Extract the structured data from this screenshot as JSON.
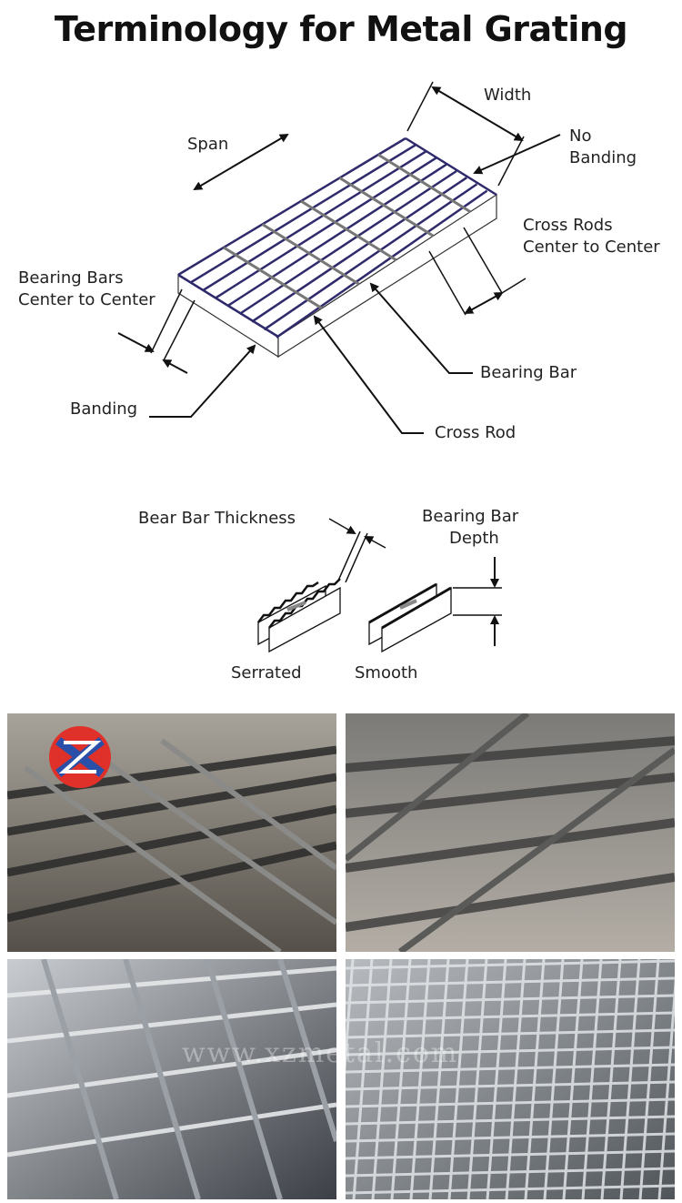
{
  "title": "Terminology for Metal Grating",
  "labels": {
    "width": "Width",
    "span": "Span",
    "no_banding_1": "No",
    "no_banding_2": "Banding",
    "cross_rods_1": "Cross Rods",
    "cross_rods_2": "Center to Center",
    "bearing_bars_1": "Bearing Bars",
    "bearing_bars_2": "Center to Center",
    "bearing_bar": "Bearing Bar",
    "banding": "Banding",
    "cross_rod": "Cross Rod",
    "bear_bar_thickness": "Bear Bar Thickness",
    "bearing_bar_depth_1": "Bearing Bar",
    "bearing_bar_depth_2": "Depth",
    "serrated": "Serrated",
    "smooth": "Smooth"
  },
  "watermark": "www.xzmetal.com",
  "colors": {
    "grating_bar": "#2e2a6b",
    "logo_red": "#e0302a",
    "logo_blue": "#2a4fa8"
  }
}
